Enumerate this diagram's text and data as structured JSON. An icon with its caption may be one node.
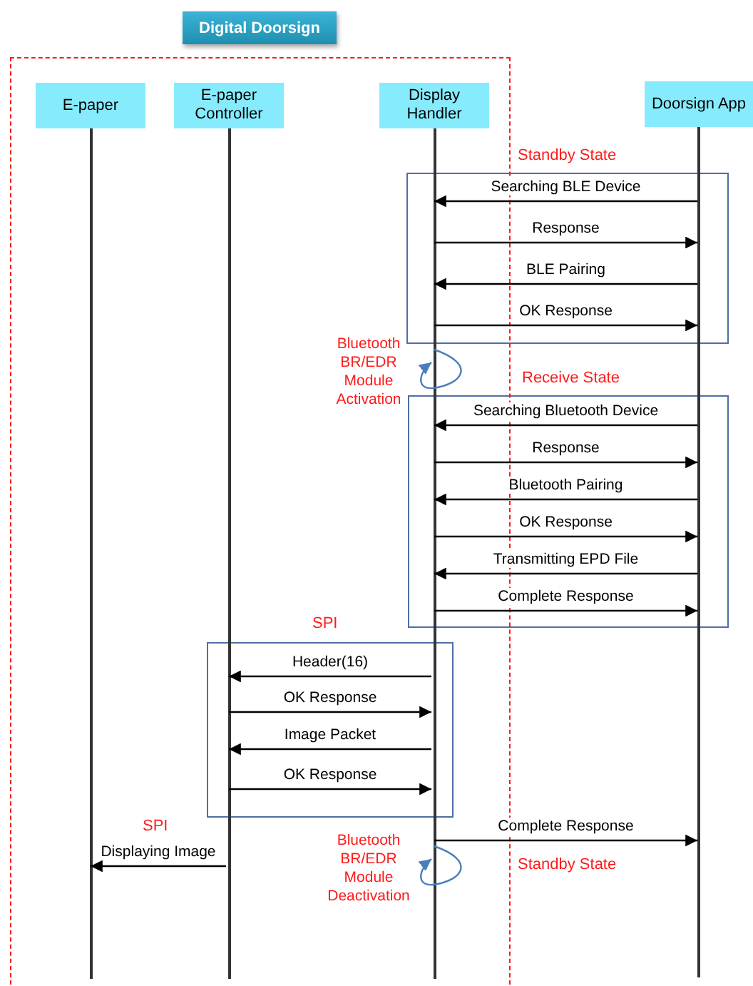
{
  "diagram": {
    "nodes": [
      {
        "text": [
          "Digital Doorsign"
        ]
      },
      {
        "text": [
          "E-paper"
        ],
        "in": 0
      },
      {
        "text": [
          "E-paper Controller"
        ],
        "in": 0
      },
      {
        "text": [
          "Display Handler"
        ],
        "in": 0
      },
      {
        "text": [
          "Doorsign App"
        ]
      },
      {
        "text": [],
        "shape": "bar",
        "in": 0
      },
      {
        "text": [],
        "shape": "bar",
        "in": 0
      },
      {
        "text": [],
        "shape": "bar",
        "in": 0
      },
      {
        "text": [],
        "shape": "bar"
      }
    ],
    "edges": [
      {
        "from": 8,
        "to": 7,
        "arrow": "to",
        "label": "Searching BLE Device"
      },
      {
        "from": 7,
        "to": 8,
        "arrow": "to",
        "label": "Response"
      },
      {
        "from": 8,
        "to": 7,
        "arrow": "to",
        "label": "BLE Pairing"
      },
      {
        "from": 7,
        "to": 8,
        "arrow": "to",
        "label": "OK Response"
      },
      {
        "from": 7,
        "to": 7,
        "arrow": "to",
        "label": "Bluetooth BR/EDR Module Activation",
        "color": "#4a7ebb"
      },
      {
        "from": 8,
        "to": 7,
        "arrow": "to",
        "label": "Searching Bluetooth Device"
      },
      {
        "from": 7,
        "to": 8,
        "arrow": "to",
        "label": "Response"
      },
      {
        "from": 8,
        "to": 7,
        "arrow": "to",
        "label": "Bluetooth Pairing"
      },
      {
        "from": 7,
        "to": 8,
        "arrow": "to",
        "label": "OK Response"
      },
      {
        "from": 8,
        "to": 7,
        "arrow": "to",
        "label": "Transmitting EPD File"
      },
      {
        "from": 7,
        "to": 8,
        "arrow": "to",
        "label": "Complete Response"
      },
      {
        "from": 7,
        "to": 6,
        "arrow": "to",
        "label": "Header(16)"
      },
      {
        "from": 6,
        "to": 7,
        "arrow": "to",
        "label": "OK Response"
      },
      {
        "from": 7,
        "to": 6,
        "arrow": "to",
        "label": "Image Packet"
      },
      {
        "from": 6,
        "to": 7,
        "arrow": "to",
        "label": "OK Response"
      },
      {
        "from": 7,
        "to": 8,
        "arrow": "to",
        "label": "Complete Response"
      },
      {
        "from": 7,
        "to": 7,
        "arrow": "to",
        "label": "Bluetooth BR/EDR Module Deactivation",
        "color": "#4a7ebb"
      },
      {
        "from": 6,
        "to": 5,
        "arrow": "to",
        "label": "Displaying Image"
      }
    ],
    "labels": [
      "Standby State",
      "Receive State",
      "SPI",
      "SPI",
      "Standby State"
    ]
  }
}
